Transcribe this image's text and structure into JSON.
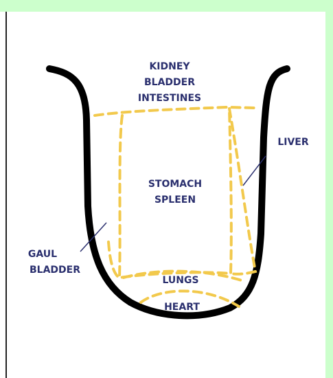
{
  "labels": {
    "kidney": "KIDNEY",
    "bladder": "BLADDER",
    "intestines": "INTESTINES",
    "liver": "LIVER",
    "stomach": "STOMACH",
    "spleen": "SPLEEN",
    "gaul": "GAUL",
    "gaul_bladder": "BLADDER",
    "lungs": "LUNGS",
    "heart": "HEART"
  },
  "colors": {
    "band": "#ccffcc",
    "outline": "#000000",
    "dashes": "#f2c94c",
    "text": "#2a2f6e",
    "leader": "#2a2f6e"
  }
}
